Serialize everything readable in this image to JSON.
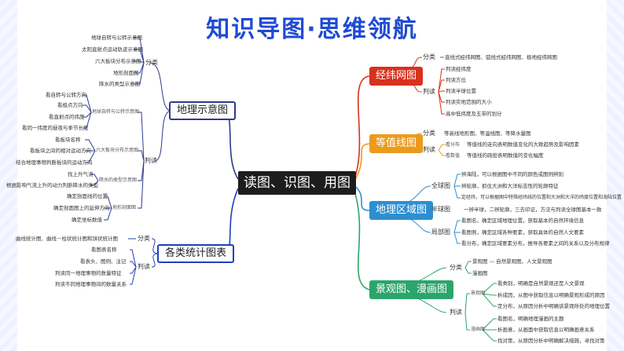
{
  "title": "知识导图·思维领航",
  "center": "读图、识图、用图",
  "left_top": {
    "label": "地理示意图",
    "fenlei": "分类",
    "fenlei_items": [
      "地球自转与公转示意图",
      "太阳直射点运动轨迹示意图",
      "六大板块分布示意图",
      "地形剖面图",
      "降水的类型示意图"
    ],
    "panduan": "判读",
    "g1_label": "地球自转与公转示意图",
    "g1_items": [
      "看自转与公转方向",
      "看极点方向",
      "看直射点的纬度",
      "看同一纬度的昼夜与季节长度"
    ],
    "g2_label": "六大板块分布示意图",
    "g2_items": [
      "看板块名称",
      "看板块之间的相对运动方向",
      "结合地理事物判断板块的运动方向"
    ],
    "g3_label": "降水的类型示意图",
    "g3_items": [
      "找上升气流",
      "根据影响气流上升的动力判断降水的类型"
    ],
    "g4_label": "地形剖面图",
    "g4_items": [
      "确定剖面线的位置",
      "确定剖面图上的延伸方向",
      "确定坐标数值"
    ]
  },
  "left_bottom": {
    "label": "各类统计图表",
    "fenlei": "分类",
    "fenlei_item": "曲线统计图、曲线－柱状统计图和饼状统计图",
    "panduan": "判读",
    "items": [
      "看图表名称",
      "看表头、图例、注记",
      "判读同一地理事物的数量特征",
      "判读不同地理事物间的数量关系"
    ]
  },
  "right": {
    "jingwei": {
      "label": "经纬网图",
      "fenlei": "分类",
      "fenlei_item": "直线式经纬网图、弧线式经纬网图、极地经纬网图",
      "panduan": "判读",
      "items": [
        "判读经纬度",
        "判读方位",
        "判读半球位置",
        "判读实地范围的大小",
        "高中低纬度及五带的划分"
      ]
    },
    "dengzhi": {
      "label": "等值线图",
      "fenlei": "分类",
      "fenlei_item": "等高线地形图、等温线图、等降水量图",
      "panduan": "判读",
      "sub1": "看分布",
      "item1": "等值线的走向表明数值变化的大致趋势及影响因素",
      "sub2": "看数值",
      "item2": "等值线的疏密表明数值的变化幅度"
    },
    "quyu": {
      "label": "地理区域图",
      "quanqiu": "全球图",
      "quanqiu_items": [
        "辨海陆，可以根据图中不同的颜色或图例辨别",
        "辨轮廓，抓住大洲和大洋标志性的轮廓特征",
        "定经纬，可以根据图中特殊经纬线的位置和大洲和大洋的纬度位置和海陆位置"
      ],
      "banqiu": "半球图",
      "banqiu_item": "一辨半球，二辨轮廓，三去印证，方法与判读全球图基本一致",
      "jubu": "局部图",
      "jubu_items": [
        "看图名，确定区域地理位置，获取基本的自然环境信息",
        "看图例，确定区域各种要素，获取具体的自然人文要素",
        "看分布，确定区域要素分布，推导各要素之间的关系以及分布规律"
      ]
    },
    "jingguan": {
      "label": "景观图、漫画图",
      "fenlei": "分类",
      "fenlei_items": [
        "景观图 — 自然景观图、人文景观图",
        "漫画图"
      ],
      "panduan": "判读",
      "jg_label": "景观图",
      "jg_items": [
        "看类别，明确是自然景观还是人文景观",
        "析成因，从图中获取信息以明确景观形成的原因",
        "定分布，从原因分析中明确该景观所处的地理位置"
      ],
      "mh_label": "漫画图",
      "mh_items": [
        "看图名，明确地理漫画的主题",
        "析画意，从画面中获取信息以明确画意关系",
        "找对策，从原因分析中明确解决措施，寻找对策"
      ]
    }
  },
  "colors": {
    "title": "#1f4bd3",
    "jingwei": "#d7321e",
    "dengzhi": "#ec9a1c",
    "quyu": "#2e8fd0",
    "jingguan": "#2ca56b",
    "dili": "#2f3a8c",
    "tongji": "#1f3fbf"
  }
}
